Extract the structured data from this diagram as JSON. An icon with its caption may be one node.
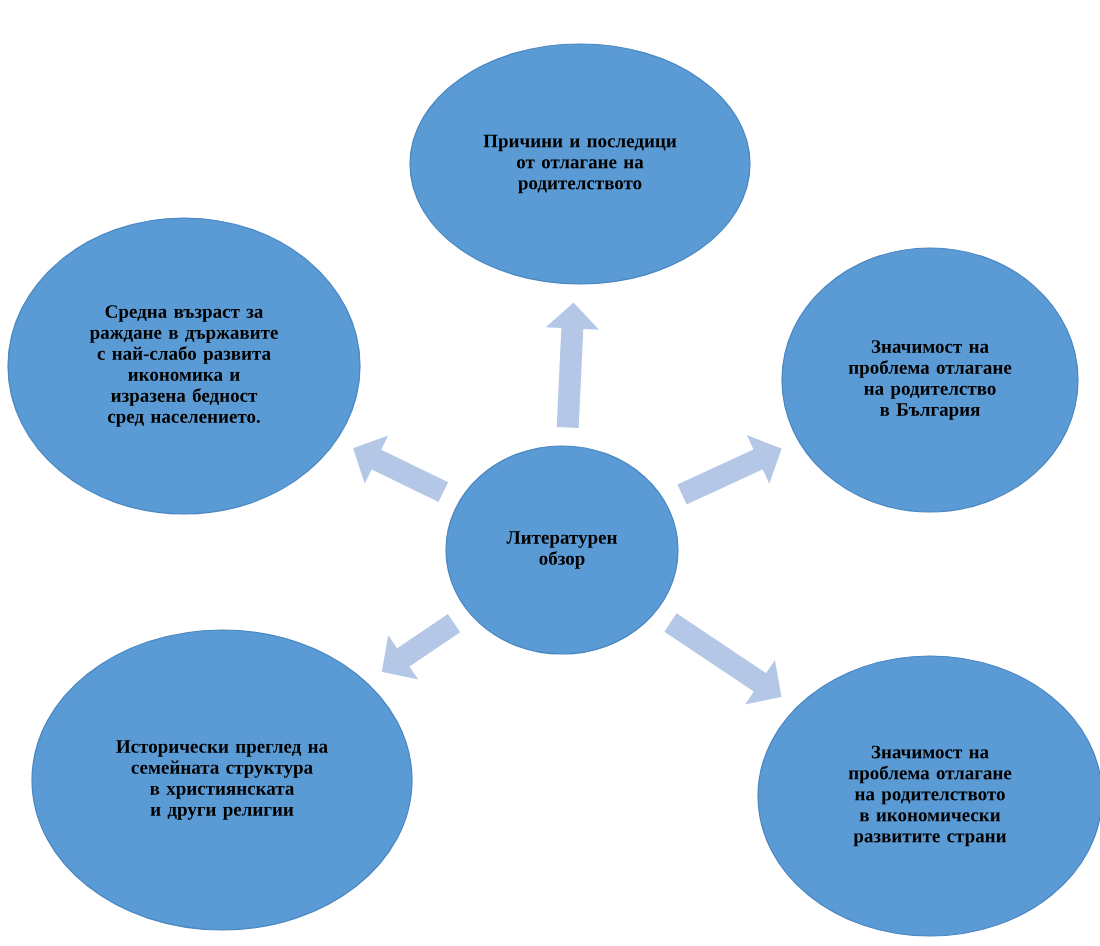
{
  "diagram": {
    "nodes": [
      {
        "text": [
          "Причини и последици от отлагане на родителството"
        ]
      },
      {
        "text": [
          "Средна възраст за раждане в държавите с най-слабо развита икономика и изразена бедност сред населението."
        ]
      },
      {
        "text": [
          "Значимост на проблема отлагане на родителство в България"
        ]
      },
      {
        "text": [
          "Литературен обзор"
        ]
      },
      {
        "text": [
          "Исторически преглед на семейната структура в християнската и други религии"
        ]
      },
      {
        "text": [
          "Значимост на проблема отлагане на родителството в икономически развитите страни"
        ]
      }
    ],
    "edges": [
      {
        "from": 3,
        "to": 0,
        "arrow": "to"
      },
      {
        "from": 3,
        "to": 1,
        "arrow": "to"
      },
      {
        "from": 3,
        "to": 2,
        "arrow": "to"
      },
      {
        "from": 3,
        "to": 4,
        "arrow": "to"
      },
      {
        "from": 3,
        "to": 5,
        "arrow": "to"
      }
    ]
  }
}
